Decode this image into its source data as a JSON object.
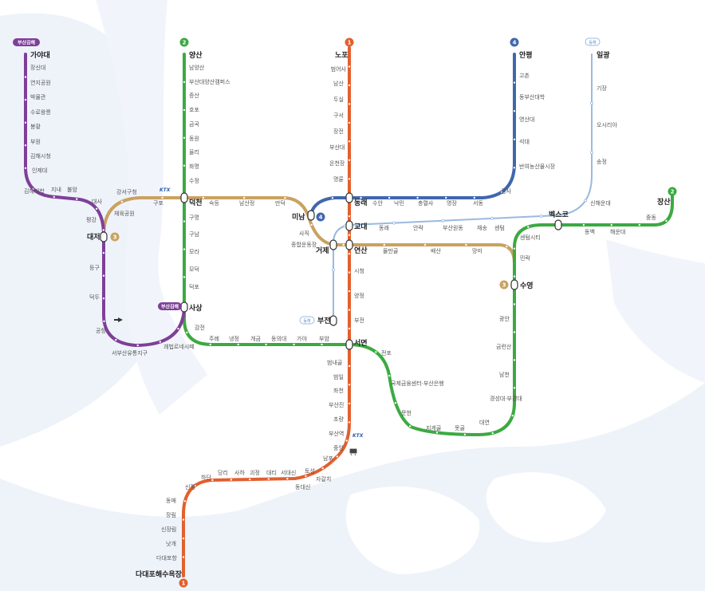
{
  "colors": {
    "line1": "#E35F2E",
    "line2": "#3BAA41",
    "line3": "#C9A260",
    "line4": "#3F67AD",
    "bgl": "#9AB9E0",
    "gimhae": "#7E3F98",
    "water": "#E8F0F8",
    "land": "#FFFFFF"
  },
  "lines": [
    {
      "id": "line1",
      "label": "1"
    },
    {
      "id": "line2",
      "label": "2"
    },
    {
      "id": "line3",
      "label": "3"
    },
    {
      "id": "line4",
      "label": "4"
    },
    {
      "id": "bgl",
      "label": "동해"
    },
    {
      "id": "gimhae",
      "label": "부산김해"
    }
  ],
  "badges": {
    "gimhae_top": "부산김해",
    "gimhae_sasang": "부산김해",
    "donghae_top": "동해",
    "donghae_bujeon": "동해",
    "ktx_gupo": "KTX",
    "ktx_busan": "KTX"
  },
  "line_numbers": {
    "l1_top": "1",
    "l1_bottom": "1",
    "l2_top": "2",
    "l2_right": "2",
    "l3_daejeo": "3",
    "l3_suyeong": "3",
    "l4_top": "4",
    "l4_minam": "4"
  },
  "major_stations": {
    "gayadae": "가야대",
    "yangsan": "양산",
    "nopo": "노포",
    "anpyeong": "안평",
    "ilgwang": "일광",
    "jangsan": "장산",
    "deokcheon": "덕천",
    "minam": "미남",
    "dongnae": "동래",
    "gyodae": "교대",
    "geoje": "거제",
    "yeonsan": "연산",
    "beomeo": "벡스코",
    "suyeong": "수영",
    "daejeo": "대저",
    "sasang": "사상",
    "bujeon": "부전",
    "seomyeon": "서면",
    "dadaepo": "다대포해수욕장"
  },
  "stations": {
    "gimhae": [
      "장신대",
      "연지공원",
      "박물관",
      "수로왕릉",
      "봉황",
      "부원",
      "김해시청",
      "인제대",
      "김해대학",
      "지내",
      "불암",
      "대사",
      "평강",
      "등구",
      "덕두",
      "공항",
      "서부산유통지구",
      "괘법르네시떼"
    ],
    "line1": [
      "범어사",
      "남산",
      "두실",
      "구서",
      "장전",
      "부산대",
      "온천장",
      "명륜",
      "시청",
      "양정",
      "부전",
      "범내골",
      "범일",
      "좌천",
      "부산진",
      "초량",
      "부산역",
      "중앙",
      "남포",
      "자갈치",
      "토성",
      "동대신",
      "서대신",
      "대티",
      "괴정",
      "사하",
      "당리",
      "하단",
      "신평",
      "동매",
      "장림",
      "신장림",
      "낫개",
      "다대포항"
    ],
    "line2": [
      "남양산",
      "부산대양산캠퍼스",
      "증산",
      "호포",
      "금곡",
      "동원",
      "율리",
      "화명",
      "수정",
      "구명",
      "구남",
      "모라",
      "모덕",
      "덕포",
      "감전",
      "주례",
      "냉정",
      "개금",
      "동의대",
      "가야",
      "부암",
      "전포",
      "국제금융센터·부산은행",
      "문현",
      "지게골",
      "못골",
      "대연",
      "경성대·부경대",
      "남천",
      "금련산",
      "광안",
      "민락",
      "센텀시티",
      "동백",
      "해운대",
      "중동"
    ],
    "line3": [
      "체육공원",
      "강서구청",
      "구포",
      "숙등",
      "남산정",
      "만덕",
      "사직",
      "종합운동장",
      "물만골",
      "배산",
      "망미"
    ],
    "line4": [
      "고촌",
      "동부산대학",
      "영산대",
      "석대",
      "반여농산물시장",
      "금사",
      "서동",
      "명장",
      "충렬사",
      "낙민",
      "수안"
    ],
    "bgl": [
      "기장",
      "오시리아",
      "송정",
      "신해운대",
      "센텀",
      "재송",
      "부산원동",
      "안락",
      "동래"
    ]
  }
}
